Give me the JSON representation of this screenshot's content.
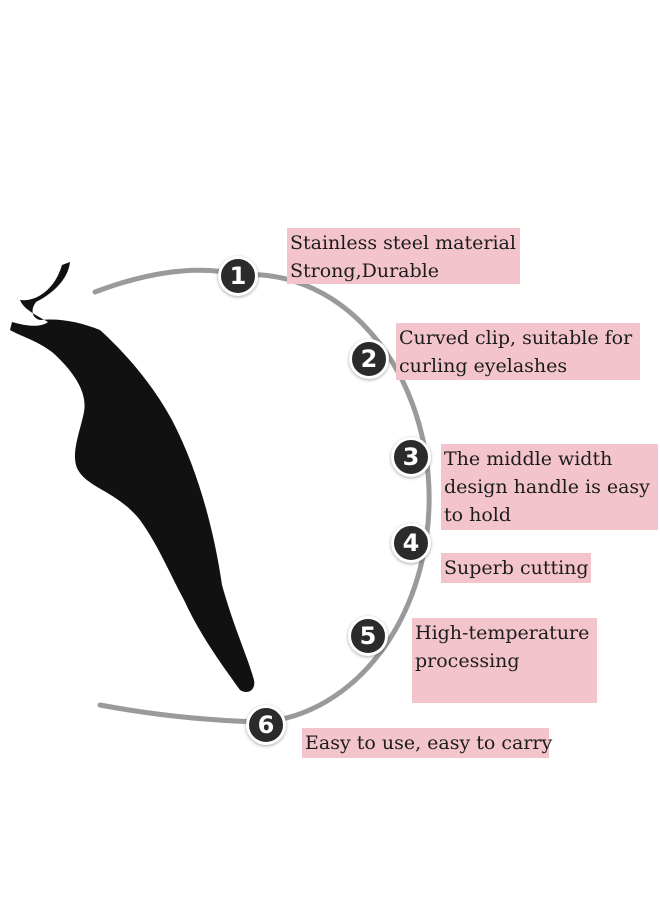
{
  "colors": {
    "label_bg": "#f3c4cc",
    "badge_bg": "#2b2b2b",
    "arc": "#9a9a9a",
    "tool": "#111111"
  },
  "product": {
    "icon": "eyelash-applicator-tweezers-icon"
  },
  "features": [
    {
      "number": "1",
      "lines": [
        "Stainless steel material",
        "Strong,Durable"
      ]
    },
    {
      "number": "2",
      "lines": [
        "Curved clip, suitable for",
        "curling eyelashes"
      ]
    },
    {
      "number": "3",
      "lines": [
        "The middle width",
        "design handle is easy",
        "to hold"
      ]
    },
    {
      "number": "4",
      "lines": [
        "Superb cutting"
      ]
    },
    {
      "number": "5",
      "lines": [
        "High-temperature",
        "processing"
      ]
    },
    {
      "number": "6",
      "lines": [
        "Easy to use, easy to carry"
      ]
    }
  ]
}
